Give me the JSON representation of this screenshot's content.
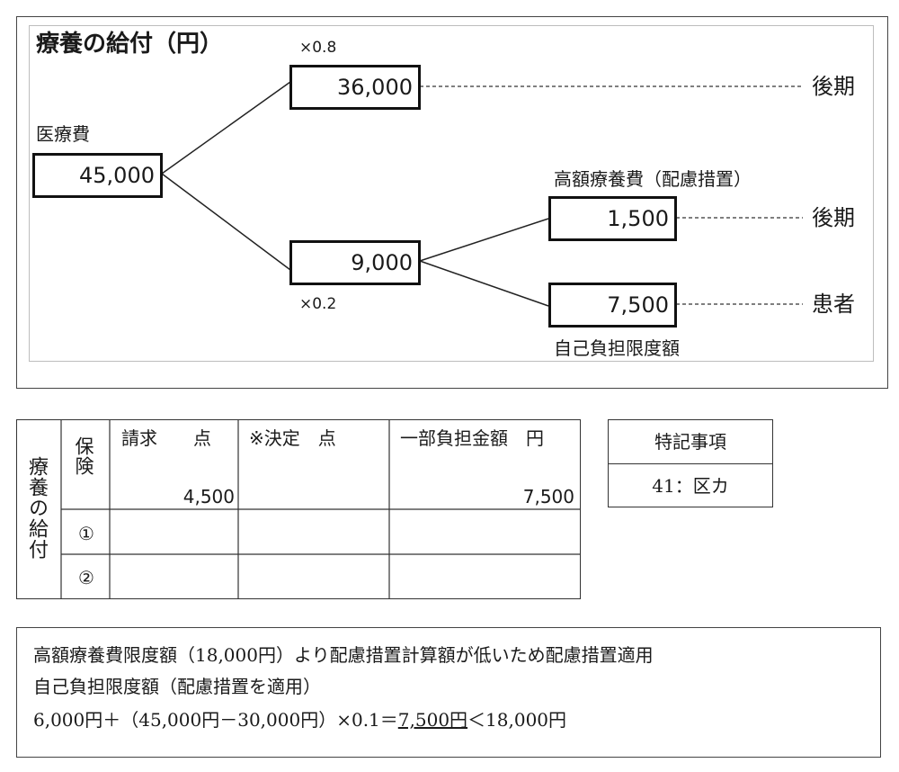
{
  "diagram": {
    "title": "療養の給付（円）",
    "label_medical": "医療費",
    "total": "45,000",
    "mult_upper": "×0.8",
    "mult_lower": "×0.2",
    "upper_amount": "36,000",
    "lower_amount": "9,000",
    "high_cost_label": "高額療養費（配慮措置）",
    "high_cost_amount": "1,500",
    "limit_amount": "7,500",
    "limit_label": "自己負担限度額",
    "dest_upper": "後期",
    "dest_middle": "後期",
    "dest_lower": "患者"
  },
  "table": {
    "row_header": "療養の給付",
    "insurance_label": "保険",
    "col_claim": "請求　　点",
    "col_decision": "※決定　点",
    "col_copay": "一部負担金額　円",
    "claim_value": "4,500",
    "copay_value": "7,500",
    "row1": "①",
    "row2": "②"
  },
  "notes": {
    "header": "特記事項",
    "value": "41：区カ"
  },
  "explanation": {
    "line1": "高額療養費限度額（18,000円）より配慮措置計算額が低いため配慮措置適用",
    "line2": "自己負担限度額（配慮措置を適用）",
    "line3_pre": "6,000円＋（45,000円－30,000円）×0.1＝",
    "line3_result": "7,500円",
    "line3_post": "＜18,000円"
  }
}
